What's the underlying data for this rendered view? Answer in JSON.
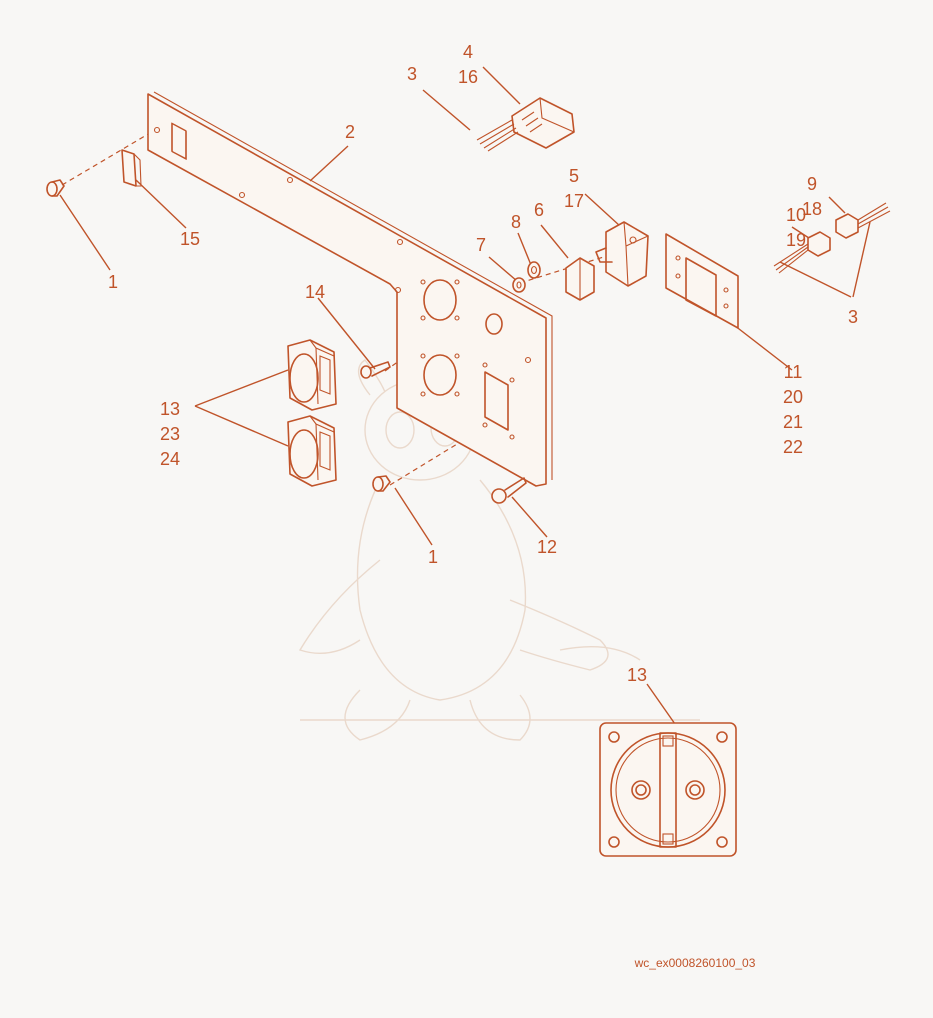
{
  "diagram": {
    "document_id": "wc_ex0008260100_03",
    "callouts": {
      "c_1_left": [
        "1"
      ],
      "c_1_bottom": [
        "1"
      ],
      "c_2": [
        "2"
      ],
      "c_3_top": [
        "3"
      ],
      "c_3_right": [
        "3"
      ],
      "c_4_16": [
        "4",
        "16"
      ],
      "c_5_17": [
        "5",
        "17"
      ],
      "c_6": [
        "6"
      ],
      "c_7": [
        "7"
      ],
      "c_8": [
        "8"
      ],
      "c_9_18": [
        "9",
        "18"
      ],
      "c_10_19": [
        "10",
        "19"
      ],
      "c_11_20_21_22": [
        "11",
        "20",
        "21",
        "22"
      ],
      "c_12": [
        "12"
      ],
      "c_13_23_24": [
        "13",
        "23",
        "24"
      ],
      "c_13_detail": [
        "13"
      ],
      "c_14": [
        "14"
      ],
      "c_15": [
        "15"
      ]
    },
    "colors": {
      "line": "#c0542a",
      "background": "#f8f7f5",
      "watermark": "#ead9cc"
    }
  }
}
